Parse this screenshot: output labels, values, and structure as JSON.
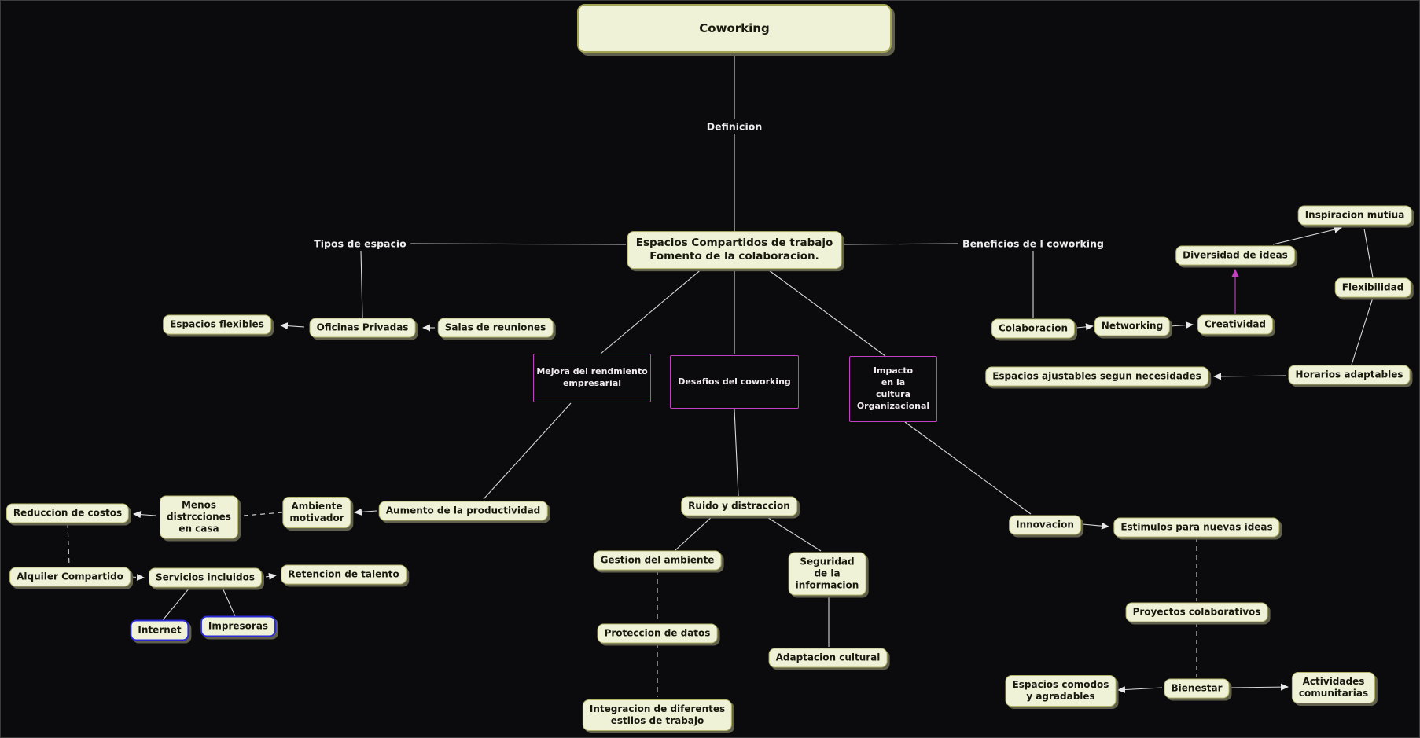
{
  "diagram": {
    "type": "concept-map",
    "topic": "Coworking"
  },
  "colors": {
    "background": "#0b0b0d",
    "node_fill": "#f0f2d8",
    "node_border": "#b5b56a",
    "node_text": "#191910",
    "node_shadow": "#60604c",
    "connector": "#d9d9d9",
    "category_border": "#c241c2",
    "category_text": "#f2ecf2",
    "resource_border": "#2b2bd6",
    "link_label_text": "#ededed"
  },
  "link_labels": {
    "definicion": "Definicion",
    "tipos_espacio": "Tipos de espacio",
    "beneficios": "Beneficios de l coworking"
  },
  "nodes": {
    "coworking": "Coworking",
    "central": "Espacios Compartidos de trabajo\nFomento de la colaboracion.",
    "espacios_flexibles": "Espacios flexibles",
    "oficinas_privadas": "Oficinas Privadas",
    "salas_reuniones": "Salas de reuniones",
    "colaboracion": "Colaboracion",
    "networking": "Networking",
    "creatividad": "Creatividad",
    "diversidad_ideas": "Diversidad de ideas",
    "inspiracion_mutua": "Inspiracion mutiua",
    "flexibilidad": "Flexibilidad",
    "horarios_adaptables": "Horarios adaptables",
    "espacios_ajustables": "Espacios ajustables segun necesidades",
    "mejora_rendimiento": "Mejora del rendmiento\nempresarial",
    "desafios": "Desafios del coworking",
    "impacto_cultura": "Impacto\nen la\ncultura\nOrganizacional",
    "aumento_productividad": "Aumento de la productividad",
    "ambiente_motivador": "Ambiente\nmotivador",
    "menos_distracciones": "Menos\ndistrcciones\nen casa",
    "reduccion_costos": "Reduccion de costos",
    "alquiler_compartido": "Alquiler Compartido",
    "servicios_incluidos": "Servicios incluidos",
    "retencion_talento": "Retencion de talento",
    "internet": "Internet",
    "impresoras": "Impresoras",
    "ruido_distraccion": "Ruido y distraccion",
    "gestion_ambiente": "Gestion del ambiente",
    "seguridad_informacion": "Seguridad\nde la\ninformacion",
    "proteccion_datos": "Proteccion de datos",
    "adaptacion_cultural": "Adaptacion cultural",
    "integracion_estilos": "Integracion de diferentes\nestilos de trabajo",
    "innovacion": "Innovacion",
    "estimulos_ideas": "Estimulos para nuevas ideas",
    "proyectos_colaborativos": "Proyectos colaborativos",
    "bienestar": "Bienestar",
    "espacios_comodos": "Espacios comodos\ny agradables",
    "actividades_comunitarias": "Actividades\ncomunitarias"
  },
  "edges": [
    {
      "from": "coworking",
      "to": "central",
      "label": "Definicion",
      "style": "solid",
      "arrow": false
    },
    {
      "from": "central",
      "to": "oficinas_privadas",
      "label": "Tipos de espacio",
      "style": "solid",
      "arrow": false
    },
    {
      "from": "oficinas_privadas",
      "to": "espacios_flexibles",
      "style": "solid",
      "arrow": true
    },
    {
      "from": "salas_reuniones",
      "to": "oficinas_privadas",
      "style": "solid",
      "arrow": true
    },
    {
      "from": "central",
      "to": "colaboracion",
      "label": "Beneficios de l coworking",
      "style": "solid",
      "arrow": false
    },
    {
      "from": "colaboracion",
      "to": "networking",
      "style": "solid",
      "arrow": true
    },
    {
      "from": "networking",
      "to": "creatividad",
      "style": "solid",
      "arrow": true
    },
    {
      "from": "creatividad",
      "to": "diversidad_ideas",
      "style": "solid",
      "arrow": true,
      "color": "magenta"
    },
    {
      "from": "diversidad_ideas",
      "to": "inspiracion_mutua",
      "style": "solid",
      "arrow": true
    },
    {
      "from": "flexibilidad",
      "to": "inspiracion_mutua",
      "style": "solid",
      "arrow": false
    },
    {
      "from": "flexibilidad",
      "to": "horarios_adaptables",
      "style": "solid",
      "arrow": false
    },
    {
      "from": "horarios_adaptables",
      "to": "espacios_ajustables",
      "style": "solid",
      "arrow": true
    },
    {
      "from": "central",
      "to": "mejora_rendimiento",
      "style": "solid",
      "arrow": false
    },
    {
      "from": "central",
      "to": "desafios",
      "style": "solid",
      "arrow": false
    },
    {
      "from": "central",
      "to": "impacto_cultura",
      "style": "solid",
      "arrow": false
    },
    {
      "from": "mejora_rendimiento",
      "to": "aumento_productividad",
      "style": "solid",
      "arrow": false
    },
    {
      "from": "aumento_productividad",
      "to": "ambiente_motivador",
      "style": "solid",
      "arrow": true
    },
    {
      "from": "ambiente_motivador",
      "to": "menos_distracciones",
      "style": "dashed",
      "arrow": false
    },
    {
      "from": "menos_distracciones",
      "to": "reduccion_costos",
      "style": "solid",
      "arrow": true
    },
    {
      "from": "reduccion_costos",
      "to": "alquiler_compartido",
      "style": "dashed",
      "arrow": false
    },
    {
      "from": "alquiler_compartido",
      "to": "servicios_incluidos",
      "style": "dashed",
      "arrow": true
    },
    {
      "from": "servicios_incluidos",
      "to": "retencion_talento",
      "style": "dashed",
      "arrow": true
    },
    {
      "from": "servicios_incluidos",
      "to": "internet",
      "style": "solid",
      "arrow": false
    },
    {
      "from": "servicios_incluidos",
      "to": "impresoras",
      "style": "solid",
      "arrow": false
    },
    {
      "from": "desafios",
      "to": "ruido_distraccion",
      "style": "solid",
      "arrow": false
    },
    {
      "from": "ruido_distraccion",
      "to": "gestion_ambiente",
      "style": "solid",
      "arrow": false
    },
    {
      "from": "ruido_distraccion",
      "to": "seguridad_informacion",
      "style": "solid",
      "arrow": false
    },
    {
      "from": "gestion_ambiente",
      "to": "proteccion_datos",
      "style": "dashed",
      "arrow": false
    },
    {
      "from": "proteccion_datos",
      "to": "integracion_estilos",
      "style": "dashed",
      "arrow": false
    },
    {
      "from": "seguridad_informacion",
      "to": "adaptacion_cultural",
      "style": "solid",
      "arrow": false
    },
    {
      "from": "impacto_cultura",
      "to": "innovacion",
      "style": "solid",
      "arrow": false
    },
    {
      "from": "innovacion",
      "to": "estimulos_ideas",
      "style": "solid",
      "arrow": true
    },
    {
      "from": "estimulos_ideas",
      "to": "proyectos_colaborativos",
      "style": "dashed",
      "arrow": false
    },
    {
      "from": "proyectos_colaborativos",
      "to": "bienestar",
      "style": "dashed",
      "arrow": false
    },
    {
      "from": "bienestar",
      "to": "espacios_comodos",
      "style": "solid",
      "arrow": true
    },
    {
      "from": "bienestar",
      "to": "actividades_comunitarias",
      "style": "solid",
      "arrow": true
    }
  ]
}
